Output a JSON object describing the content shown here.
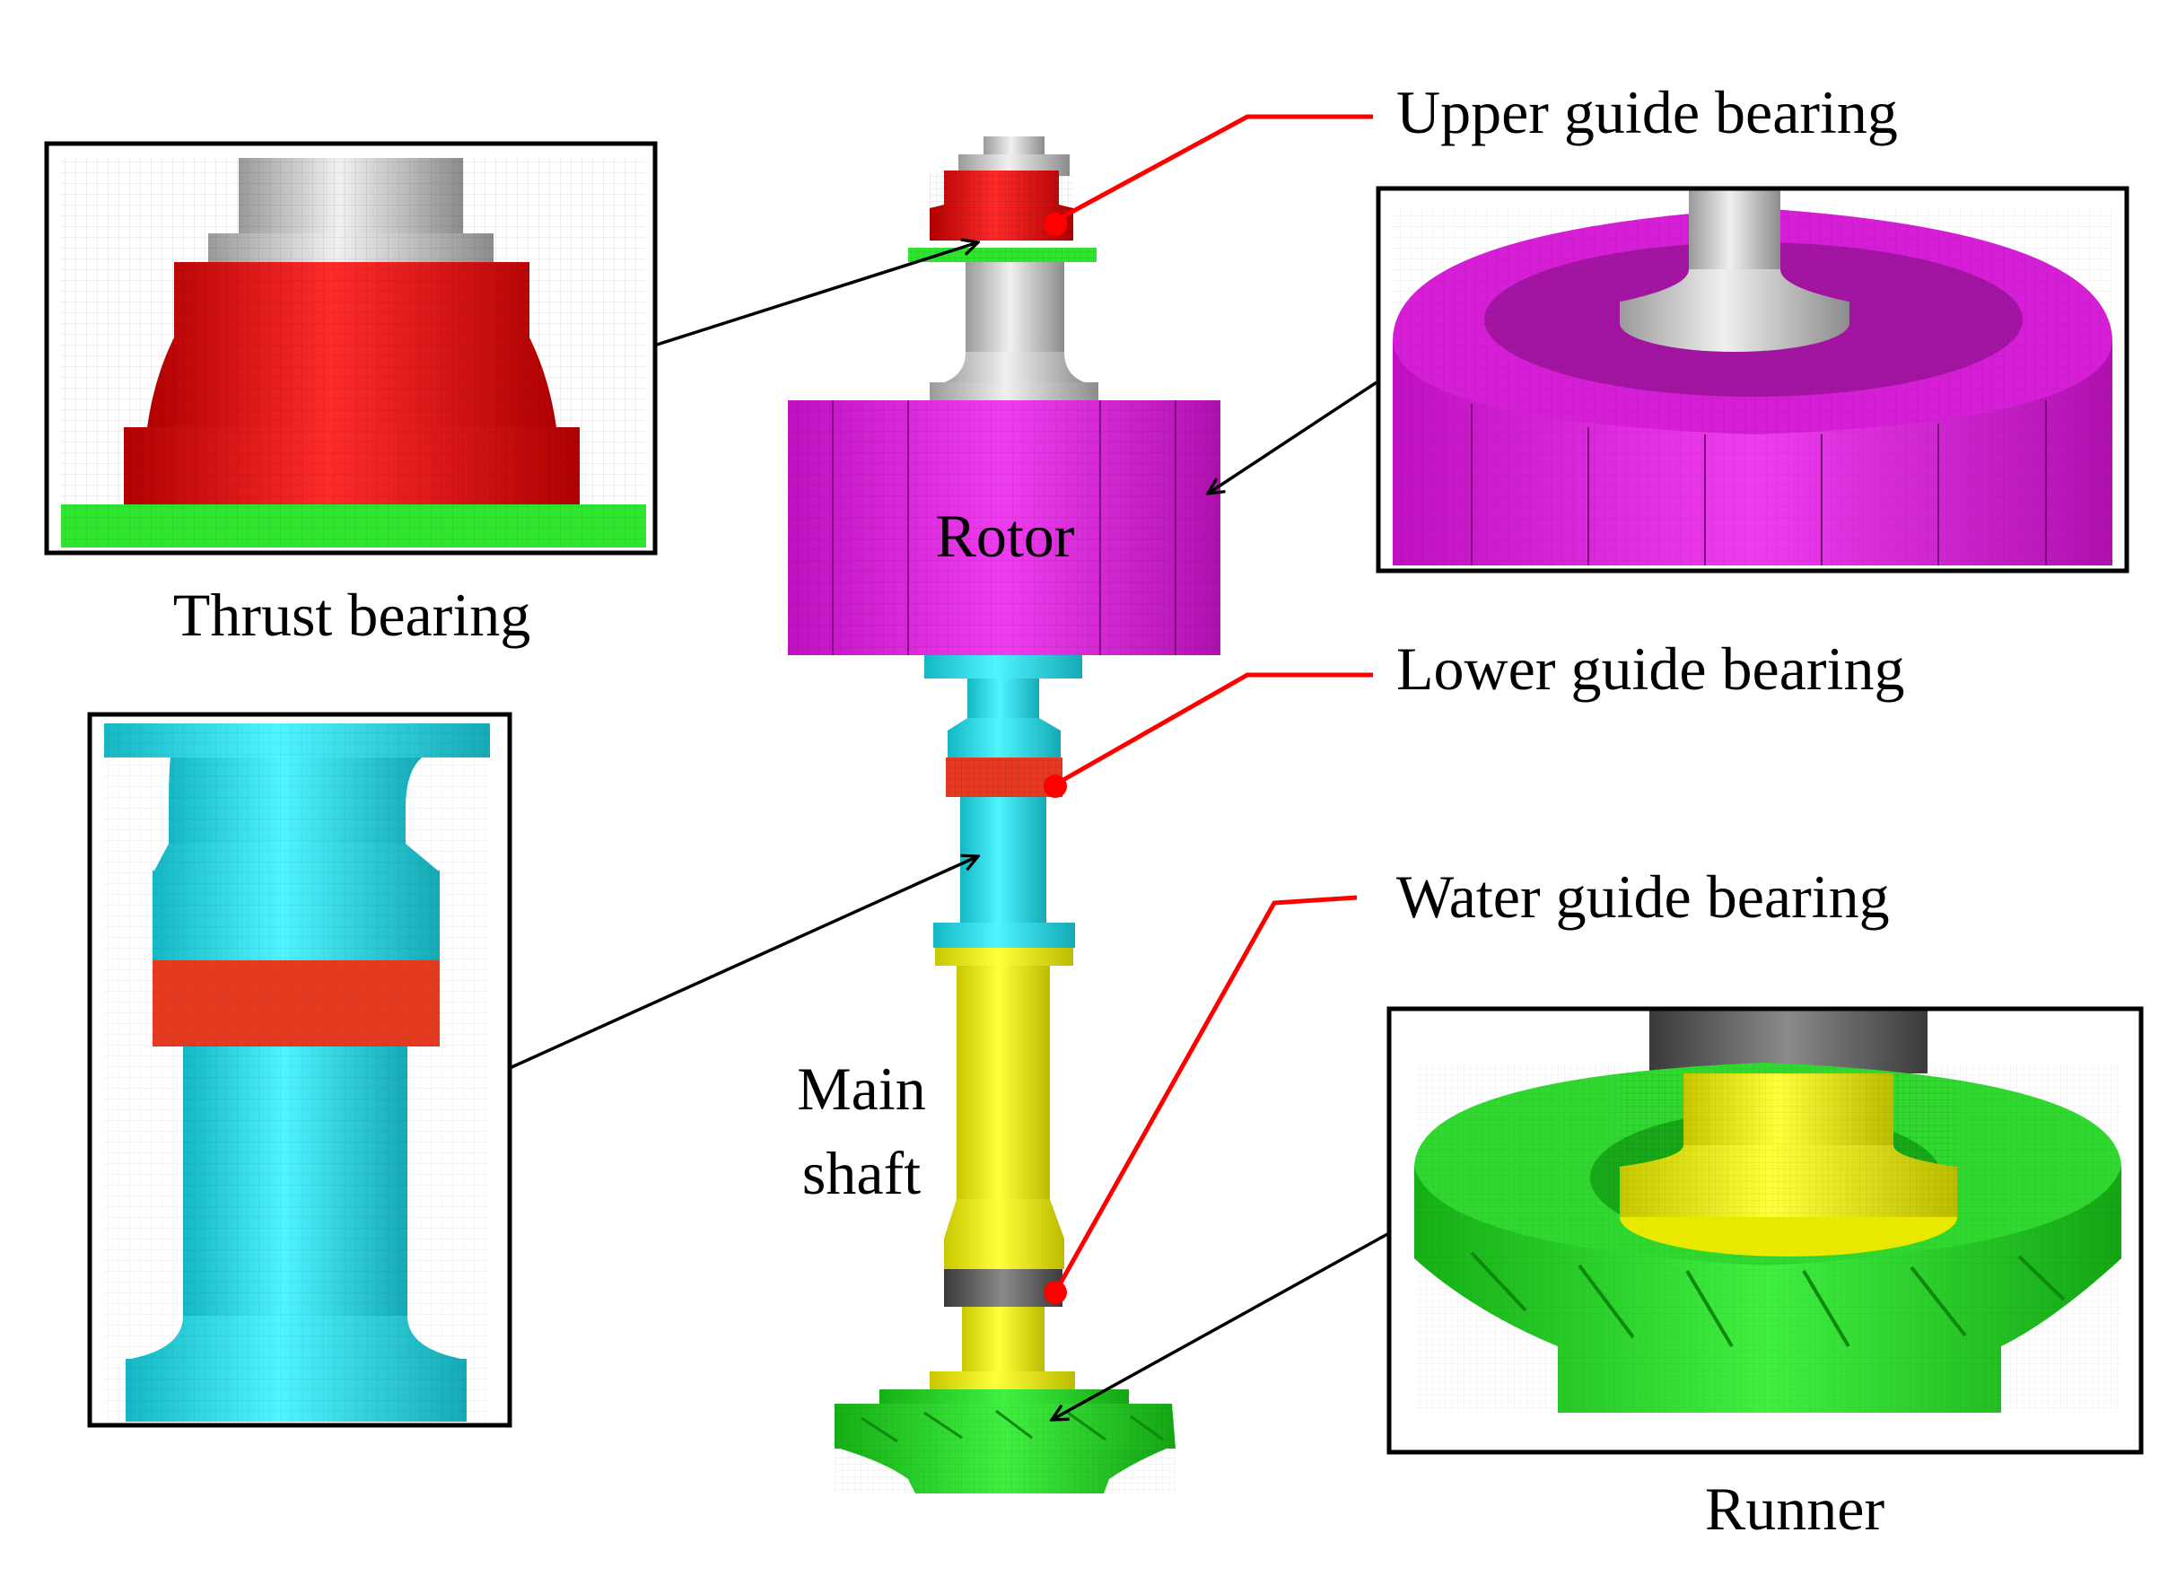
{
  "labels": {
    "upper_guide_bearing": "Upper guide bearing",
    "lower_guide_bearing": "Lower guide bearing",
    "water_guide_bearing": "Water guide bearing",
    "thrust_bearing": "Thrust bearing",
    "rotor": "Rotor",
    "main_shaft_line1": "Main",
    "main_shaft_line2": "shaft",
    "runner": "Runner"
  },
  "colors": {
    "rotor": "#e61ee6",
    "rotor_dark": "#a512a5",
    "shaft_upper": "#c8c8c8",
    "shaft_lower_cyan": "#20e0ee",
    "shaft_yellow": "#f2f20a",
    "bearing_red": "#e61010",
    "bearing_orange_red": "#e63a20",
    "collar_green": "#1ee61e",
    "runner_green": "#2ee62e",
    "water_bearing_gray": "#6e6e6e",
    "leader_red": "#ff0000",
    "leader_black": "#000000",
    "frame": "#000000"
  }
}
